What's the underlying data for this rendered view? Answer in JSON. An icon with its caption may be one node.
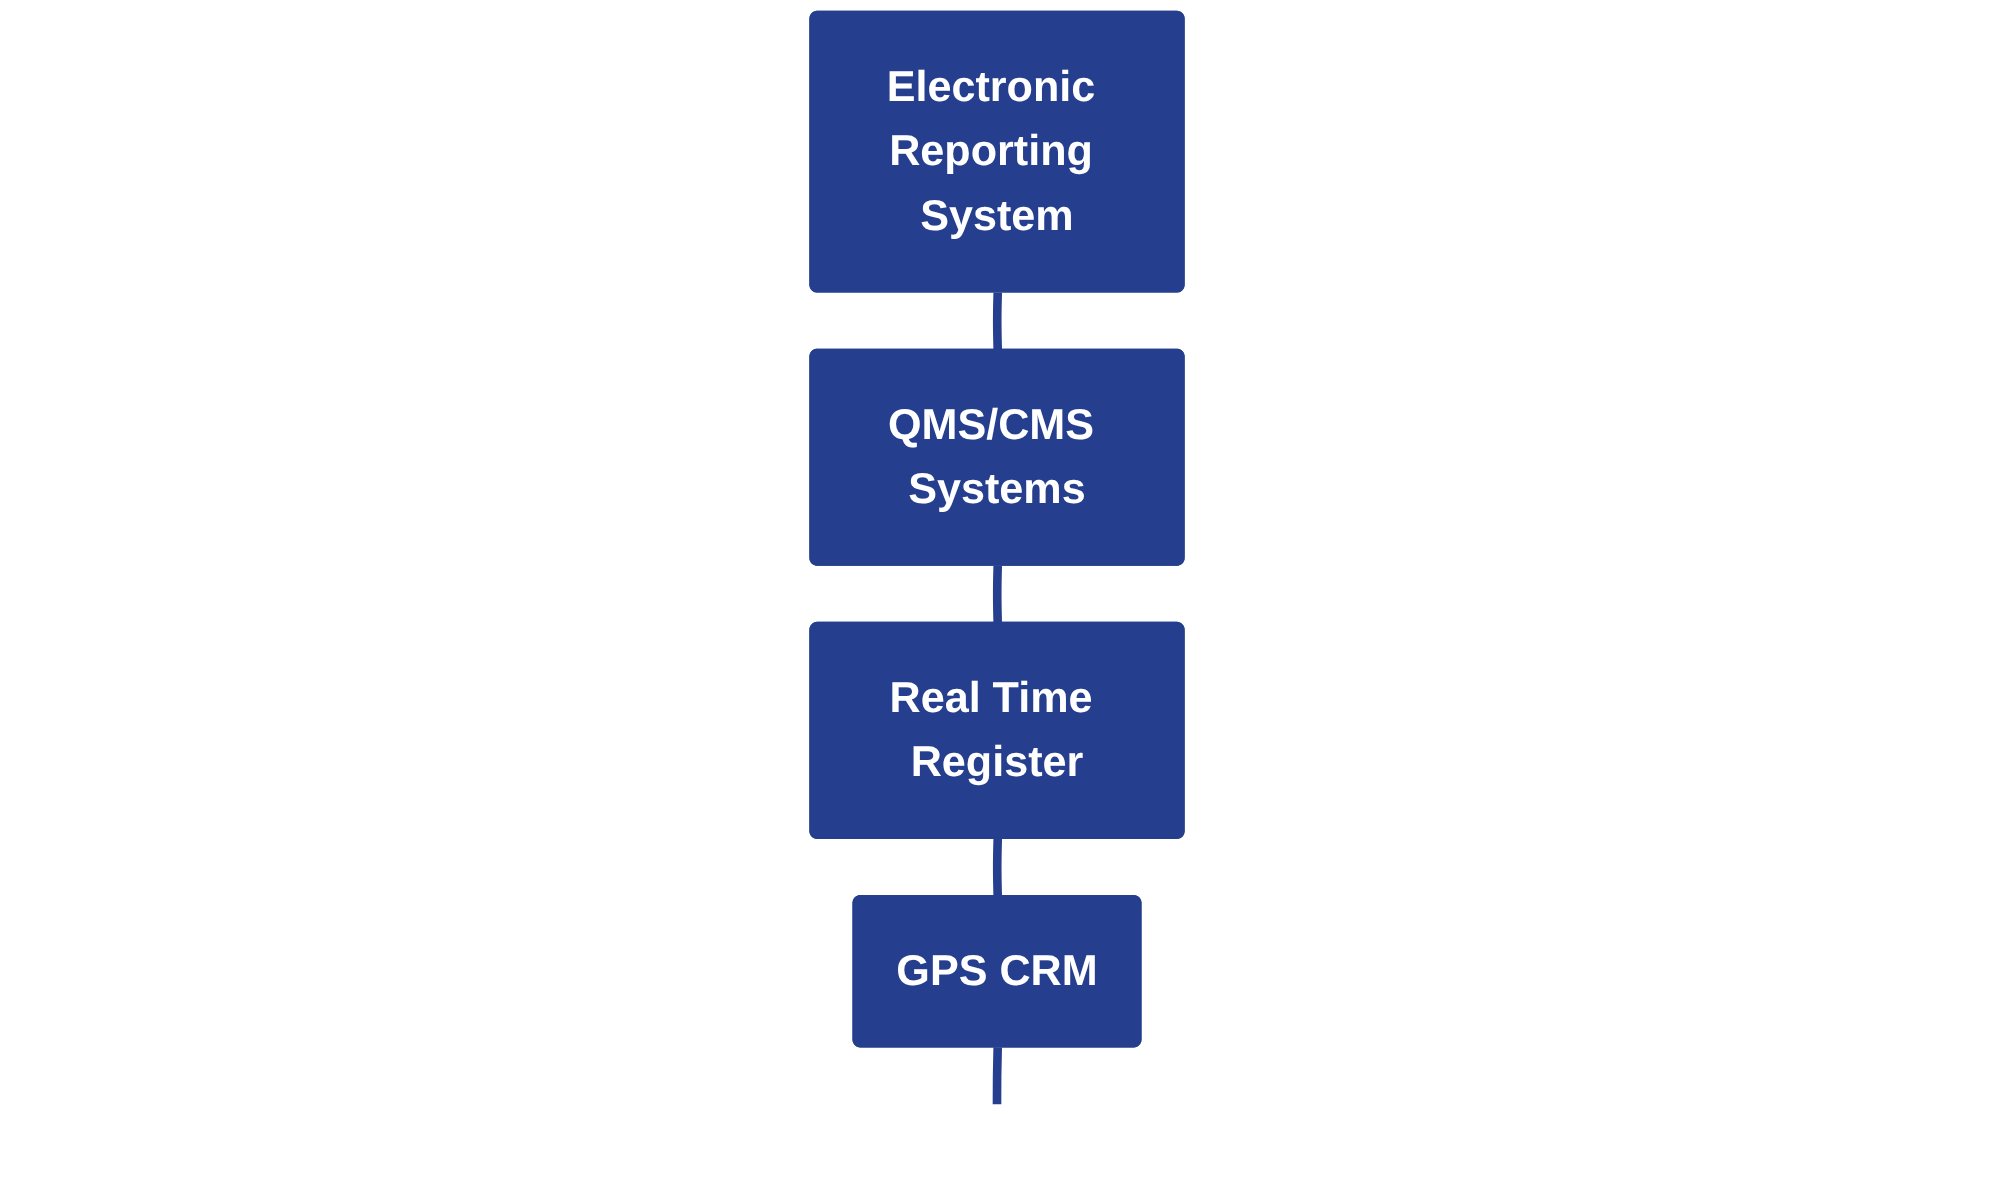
{
  "diagram": {
    "nodes": [
      {
        "text": [
          "Electronic Reporting System"
        ]
      },
      {
        "text": [
          "QMS/CMS Systems"
        ]
      },
      {
        "text": [
          "Real Time Register"
        ]
      },
      {
        "text": [
          "GPS CRM"
        ]
      }
    ],
    "edges": [
      {
        "from": 0,
        "to": 1,
        "arrow": "none"
      },
      {
        "from": 1,
        "to": 2,
        "arrow": "none"
      },
      {
        "from": 2,
        "to": 3,
        "arrow": "none"
      },
      {
        "from": 3,
        "to": null,
        "arrow": "none"
      }
    ]
  }
}
